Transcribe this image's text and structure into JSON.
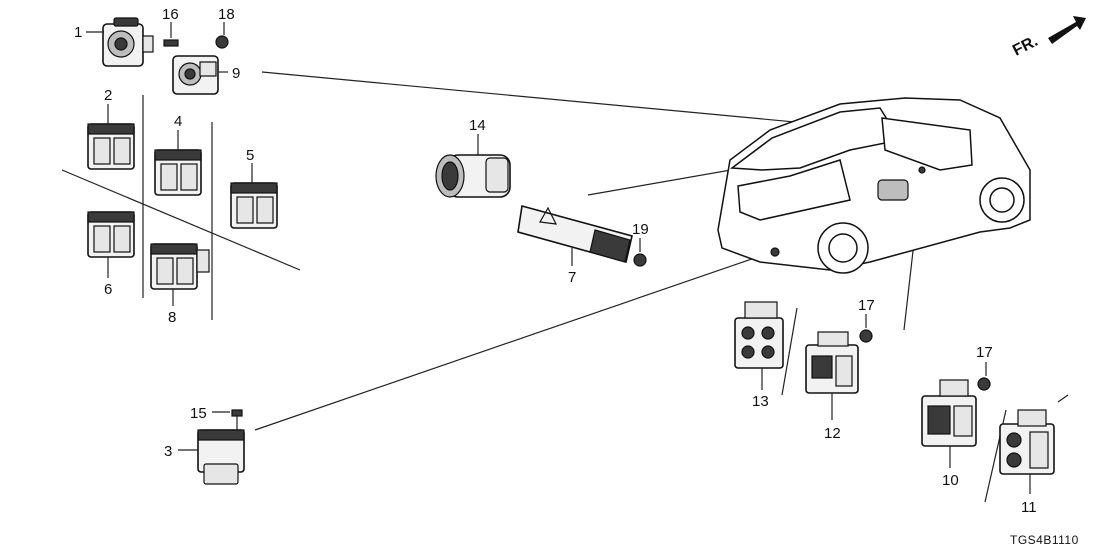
{
  "diagram": {
    "callouts": [
      "1",
      "16",
      "18",
      "9",
      "2",
      "4",
      "5",
      "6",
      "8",
      "14",
      "7",
      "19",
      "15",
      "3",
      "13",
      "12",
      "17",
      "17",
      "10",
      "11"
    ],
    "direction_label": "FR.",
    "drawing_code": "TGS4B1110"
  }
}
